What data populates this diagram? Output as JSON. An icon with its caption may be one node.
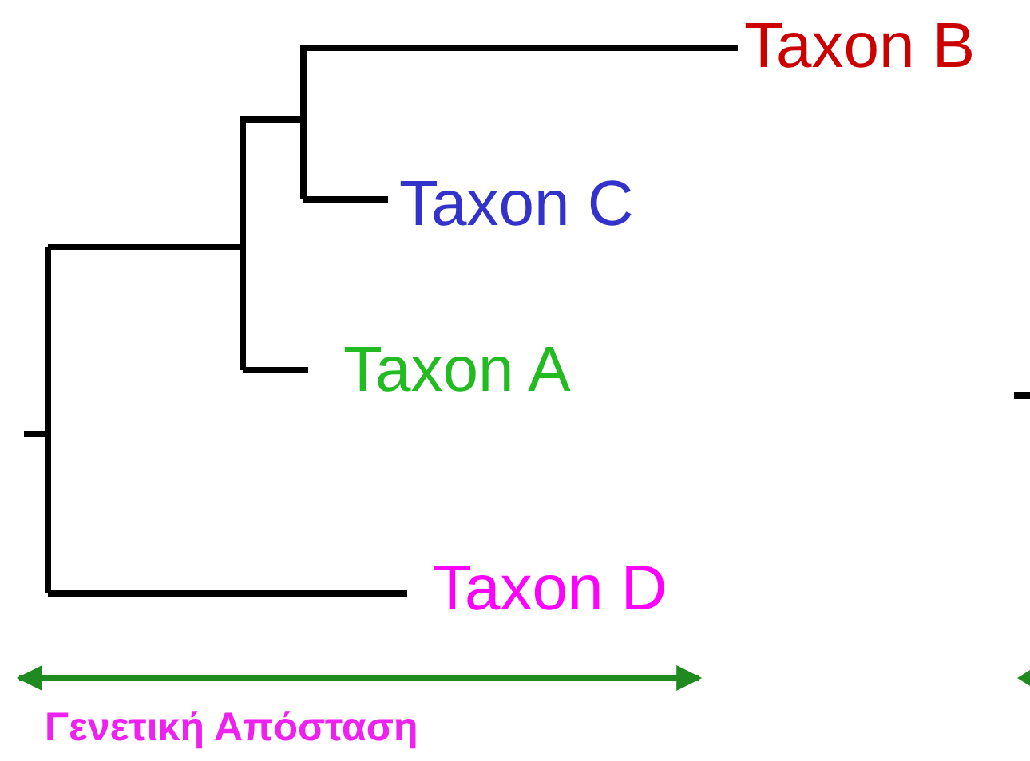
{
  "diagram": {
    "labels": [
      "Taxon B",
      "Taxon C",
      "Taxon A",
      "Taxon D",
      "Γενετική Απόσταση"
    ]
  }
}
